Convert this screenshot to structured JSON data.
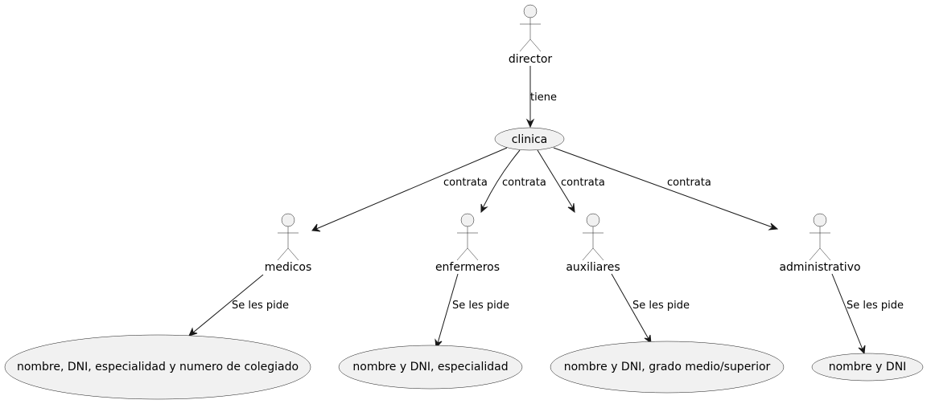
{
  "diagram": {
    "actors": {
      "director": "director",
      "medicos": "medicos",
      "enfermeros": "enfermeros",
      "auxiliares": "auxiliares",
      "administrativo": "administrativo"
    },
    "usecases": {
      "clinica": "clinica",
      "uc_medicos": "nombre, DNI, especialidad y numero de colegiado",
      "uc_enfermeros": "nombre y DNI, especialidad",
      "uc_auxiliares": "nombre y DNI, grado medio/superior",
      "uc_administrativo": "nombre y DNI"
    },
    "edge_labels": {
      "tiene": "tiene",
      "contrata_medicos": "contrata",
      "contrata_enfermeros": "contrata",
      "contrata_auxiliares": "contrata",
      "contrata_administrativo": "contrata",
      "pide_medicos": "Se les pide",
      "pide_enfermeros": "Se les pide",
      "pide_auxiliares": "Se les pide",
      "pide_administrativo": "Se les pide"
    }
  }
}
